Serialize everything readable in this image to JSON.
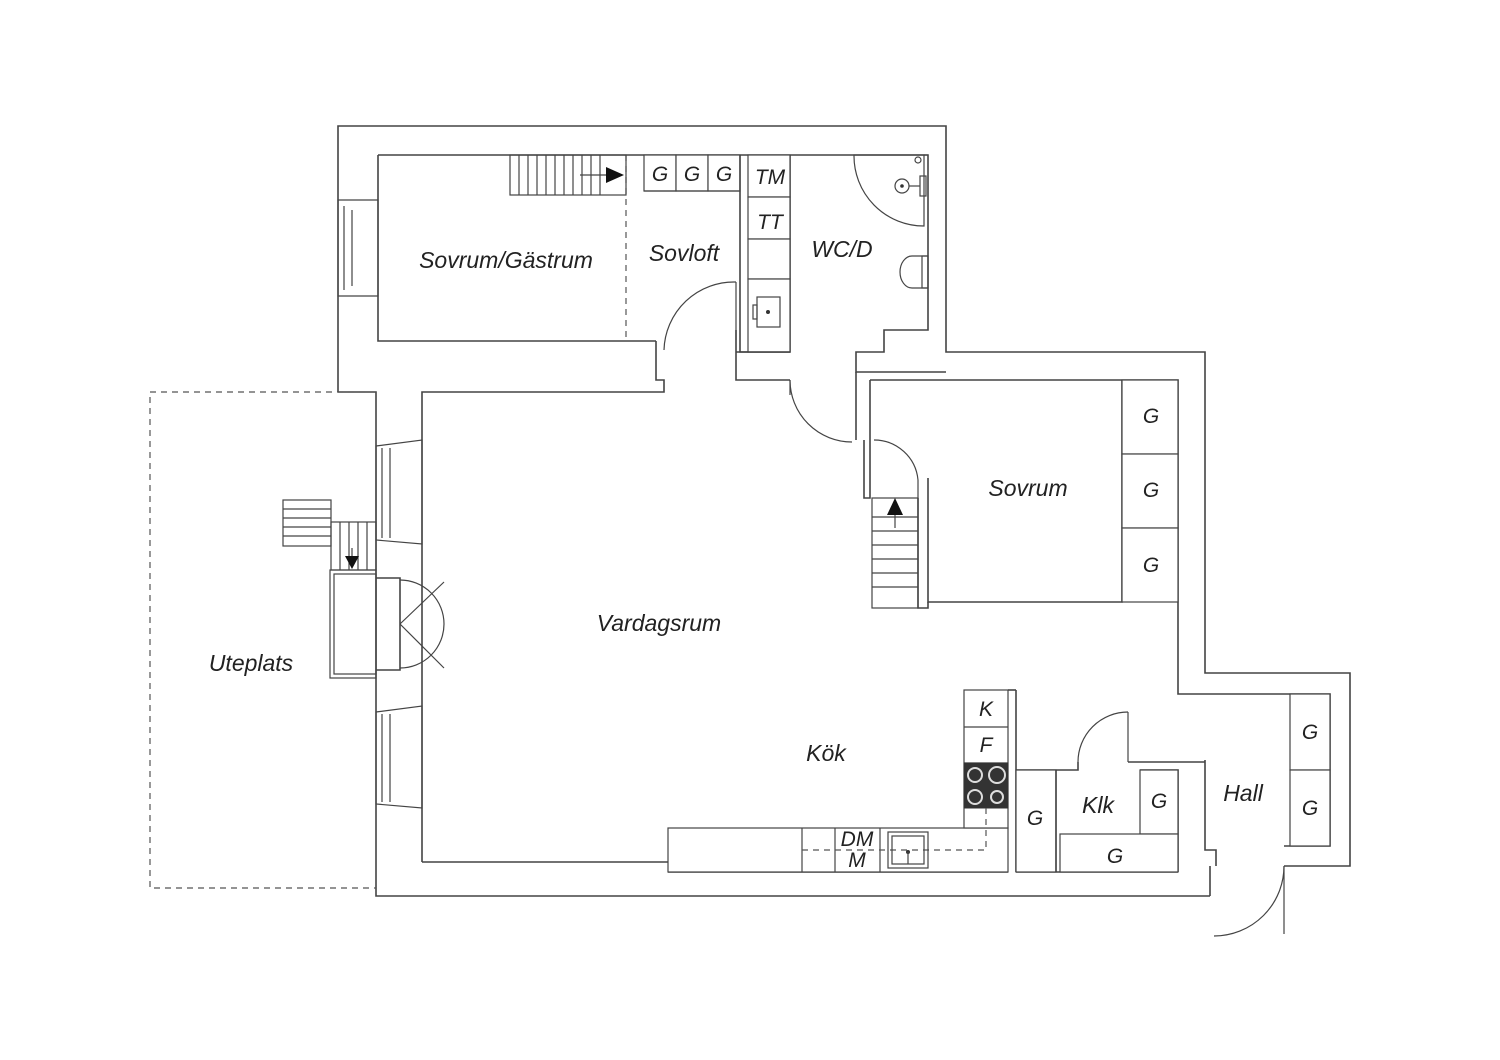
{
  "rooms": {
    "sovrum_gastrum": "Sovrum/Gästrum",
    "sovloft": "Sovloft",
    "wc_d": "WC/D",
    "sovrum": "Sovrum",
    "vardagsrum": "Vardagsrum",
    "kok": "Kök",
    "klk": "Klk",
    "hall": "Hall",
    "uteplats": "Uteplats"
  },
  "fixtures": {
    "g": "G",
    "tm": "TM",
    "tt": "TT",
    "k": "K",
    "f": "F",
    "dm": "DM",
    "m": "M"
  },
  "icons": [
    "stair-icon",
    "door-swing-icon",
    "window-icon",
    "shower-icon",
    "toilet-icon",
    "sink-icon",
    "stove-icon"
  ]
}
